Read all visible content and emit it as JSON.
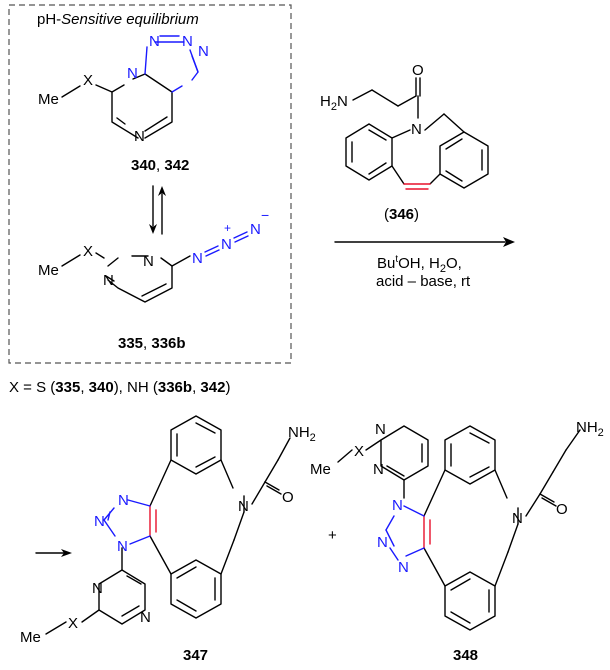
{
  "box": {
    "title_prefix": "pH-",
    "title_italic": "Sensitive equilibrium"
  },
  "compounds": {
    "top_label_a": "340",
    "top_label_b": "342",
    "azide_label_a": "335",
    "azide_label_b": "336b",
    "reagent_label": "346",
    "product1_label": "347",
    "product2_label": "348"
  },
  "reagent_substituent": "H2N",
  "conditions": {
    "line1_prefix": "Bu",
    "line1_sup": "t",
    "line1_suffix": "OH, H",
    "line1_sub": "2",
    "line1_end": "O,",
    "line2": "acid – base, rt"
  },
  "definition": {
    "text1": "X = S (",
    "c1": "335",
    "sep1": ", ",
    "c2": "340",
    "text2": "), NH (",
    "c3": "336b",
    "sep2": ", ",
    "c4": "342",
    "text3": ")"
  },
  "plus": "+",
  "atoms": {
    "me": "Me",
    "x": "X",
    "n": "N",
    "o": "O",
    "nh2_main": "NH",
    "nh2_sub": "2",
    "plus_charge": "+",
    "minus_charge": "−"
  },
  "colors": {
    "azide_tetrazole": "#1a1aff",
    "alkyne_triazole_bond": "#e8102c",
    "text": "#000000",
    "box_border": "#555555"
  }
}
